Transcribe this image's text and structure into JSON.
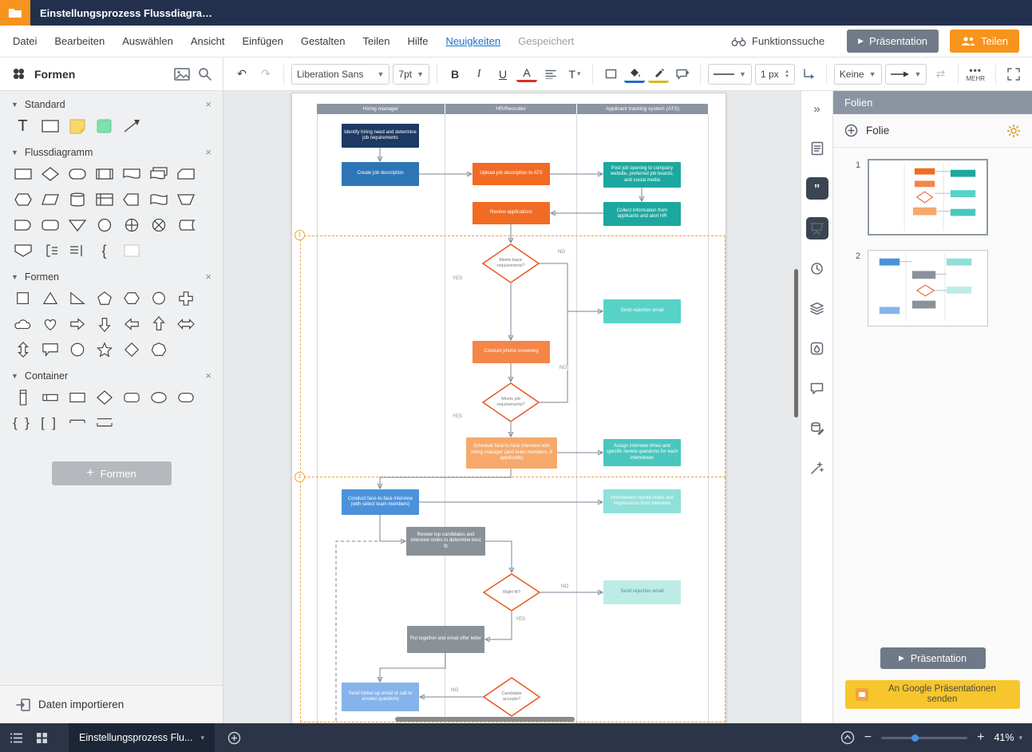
{
  "colors": {
    "accent_orange": "#f7941d",
    "titlebar_bg": "#22304e",
    "link_blue": "#1a70c7",
    "lane_header": "#8b95a2",
    "node_navy": "#1c3a63",
    "node_blue": "#2e75b6",
    "node_orange": "#f26b24",
    "node_teal": "#1ca8a0",
    "decision_border": "#e8571f",
    "region_dash": "#f2a33c",
    "google_button": "#f7c62c",
    "slider_knob": "#4a90e2"
  },
  "titlebar": {
    "title": "Einstellungsprozess Flussdiagra…"
  },
  "menubar": {
    "items": [
      "Datei",
      "Bearbeiten",
      "Auswählen",
      "Ansicht",
      "Einfügen",
      "Gestalten",
      "Teilen",
      "Hilfe"
    ],
    "news": "Neuigkeiten",
    "saved": "Gespeichert",
    "feature_search": "Funktionssuche",
    "present": "Präsentation",
    "share": "Teilen"
  },
  "toolbar": {
    "shapes_panel": "Formen",
    "font": "Liberation Sans",
    "size": "7pt",
    "bold": "B",
    "italic": "I",
    "underline": "U",
    "text_color": "A",
    "line_width": "1 px",
    "theme_none": "Keine",
    "more": "MEHR"
  },
  "sidebar": {
    "sections": [
      "Standard",
      "Flussdiagramm",
      "Formen",
      "Container"
    ],
    "add_shapes": "Formen",
    "import_data": "Daten importieren"
  },
  "canvas": {
    "lanes": [
      "Hiring manager",
      "HR/Recruiter",
      "Applicant tracking system (ATS)"
    ],
    "branch": {
      "yes": "YES",
      "no": "NO"
    },
    "regions": [
      "1",
      "2"
    ],
    "nodes": [
      {
        "label": "Identify hiring need and determine job requirements"
      },
      {
        "label": "Create job description"
      },
      {
        "label": "Upload job description to ATS"
      },
      {
        "label": "Post job opening to company website, preferred job boards, and social media"
      },
      {
        "label": "Review applications"
      },
      {
        "label": "Collect information from applicants and alert HR"
      },
      {
        "label": "Meets basic requirements?"
      },
      {
        "label": "Send rejection email"
      },
      {
        "label": "Conduct phone screening"
      },
      {
        "label": "Meets job requirements?"
      },
      {
        "label": "Schedule face-to-face interview with hiring manager (and team members, if applicable)"
      },
      {
        "label": "Assign interview times and specific review questions for each interviewer"
      },
      {
        "label": "Conduct face-to-face interview (with select team members)"
      },
      {
        "label": "Interviewers record notes and impressions from interview"
      },
      {
        "label": "Review top candidates and interview notes to determine best fit"
      },
      {
        "label": "Right fit?"
      },
      {
        "label": "Send rejection email"
      },
      {
        "label": "Put together and email offer letter"
      },
      {
        "label": "Send follow-up email or call to answer questions"
      },
      {
        "label": "Candidate accepts?"
      }
    ]
  },
  "rightpanel": {
    "title": "Folien",
    "add_slide": "Folie",
    "slides": [
      {
        "number": "1"
      },
      {
        "number": "2"
      }
    ],
    "present": "Präsentation",
    "google_send": "An Google Präsentationen senden"
  },
  "statusbar": {
    "tab": "Einstellungsprozess Flu...",
    "zoom": "41%"
  }
}
